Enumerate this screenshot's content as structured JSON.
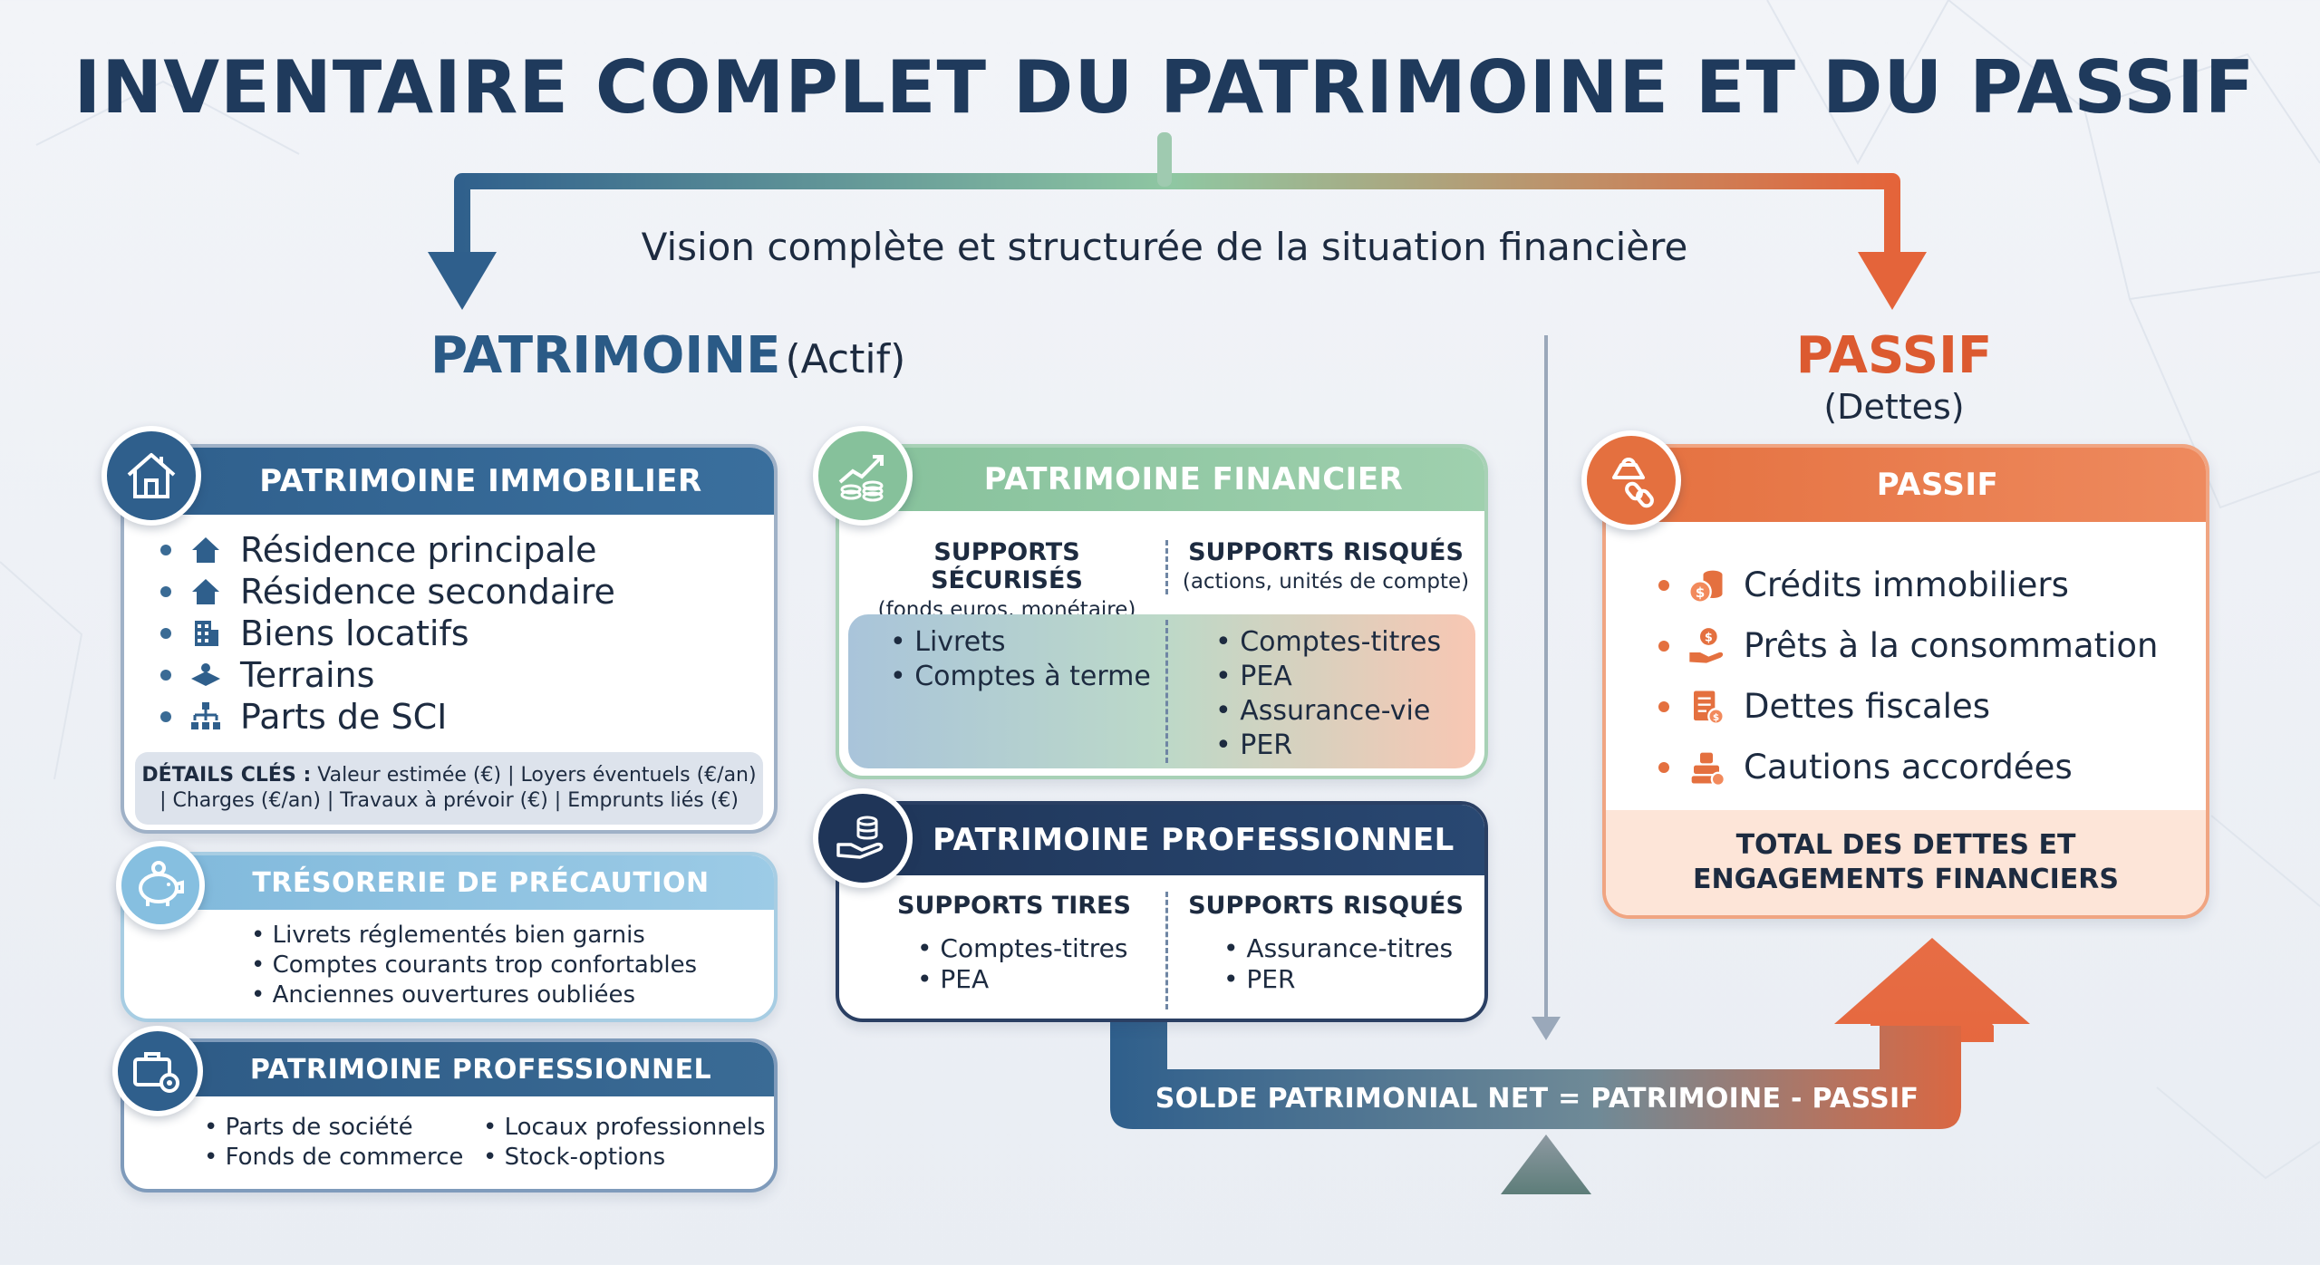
{
  "title": "INVENTAIRE COMPLET DU PATRIMOINE ET DU PASSIF",
  "subtitle": "Vision complète et structurée de la situation financière",
  "patrimoine_header": {
    "main": "PATRIMOINE",
    "sub": "(Actif)"
  },
  "passif_header": {
    "main": "PASSIF",
    "sub": "(Dettes)"
  },
  "immobilier": {
    "title": "PATRIMOINE IMMOBILIER",
    "items": [
      "Résidence principale",
      "Résidence secondaire",
      "Biens locatifs",
      "Terrains",
      "Parts de SCI"
    ],
    "details_label": "DÉTAILS CLÉS :",
    "details_line1": " Valeur estimée (€) | Loyers éventuels (€/an)",
    "details_line2": "| Charges (€/an) | Travaux à prévoir (€) | Emprunts liés (€)"
  },
  "tresorerie": {
    "title": "TRÉSORERIE DE PRÉCAUTION",
    "items": [
      "Livrets réglementés bien garnis",
      "Comptes courants trop confortables",
      "Anciennes ouvertures oubliées"
    ]
  },
  "pro_left": {
    "title": "PATRIMOINE PROFESSIONNEL",
    "col1": [
      "Parts de société",
      "Fonds de commerce"
    ],
    "col2": [
      "Locaux professionnels",
      "Stock-options"
    ]
  },
  "financier": {
    "title": "PATRIMOINE FINANCIER",
    "left_title": "SUPPORTS SÉCURISÉS",
    "left_sub": "(fonds euros, monétaire)",
    "right_title": "SUPPORTS RISQUÉS",
    "right_sub": "(actions, unités de compte)",
    "left_items": [
      "Livrets",
      "Comptes à terme"
    ],
    "right_items": [
      "Comptes-titres",
      "PEA",
      "Assurance-vie",
      "PER"
    ]
  },
  "pro_mid": {
    "title": "PATRIMOINE PROFESSIONNEL",
    "left_title": "SUPPORTS TIRES",
    "right_title": "SUPPORTS RISQUÉS",
    "left_items": [
      "Comptes-titres",
      "PEA"
    ],
    "right_items": [
      "Assurance-titres",
      "PER"
    ]
  },
  "passif": {
    "title": "PASSIF",
    "items": [
      "Crédits immobiliers",
      "Prêts à la consommation",
      "Dettes fiscales",
      "Cautions accordées"
    ],
    "total_line1": "TOTAL DES DETTES ET",
    "total_line2": "ENGAGEMENTS FINANCIERS"
  },
  "solde": "SOLDE PATRIMONIAL NET = PATRIMOINE - PASSIF",
  "colors": {
    "navy": "#1f3a5c",
    "blue": "#3a6b95",
    "light_blue": "#8dc3e2",
    "green": "#8fc7a2",
    "orange": "#e4703f",
    "dark_navy": "#1f3558"
  },
  "icons": [
    "house-icon",
    "piggy-bank-icon",
    "briefcase-gear-icon",
    "chart-coins-icon",
    "hand-coins-icon",
    "bag-link-icon"
  ]
}
